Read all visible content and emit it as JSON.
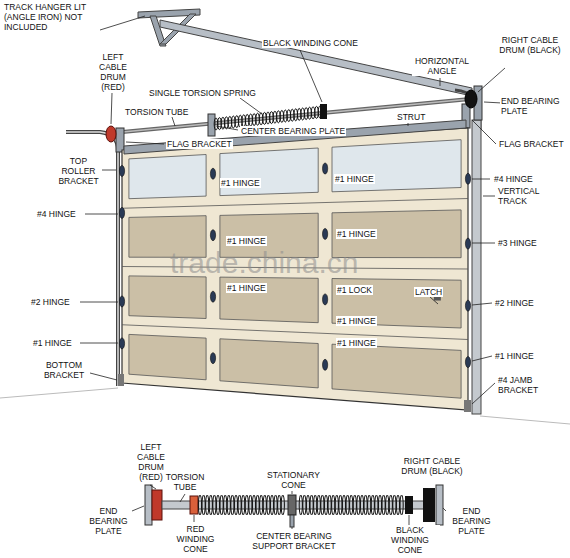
{
  "diagram": {
    "labels": [
      "TRACK HANGER LIT (ANGLE IRON) NOT INCLUDED",
      "LEFT CABLE DRUM (RED)",
      "BLACK WINDING CONE",
      "RIGHT CABLE DRUM (BLACK)",
      "HORIZONTAL ANGLE",
      "SINGLE TORSION SPRING",
      "END BEARING PLATE",
      "TORSION TUBE",
      "CENTER BEARING PLATE",
      "STRUT",
      "FLAG BRACKET",
      "FLAG BRACKET",
      "TOP ROLLER BRACKET",
      "#4 HINGE",
      "#1 HINGE",
      "#1 HINGE",
      "#4 HINGE",
      "VERTICAL TRACK",
      "#1 HINGE",
      "#1 HINGE",
      "#3 HINGE",
      "#1 HINGE",
      "#1 LOCK",
      "LATCH",
      "#2 HINGE",
      "#2 HINGE",
      "#1 HINGE",
      "#1 HINGE",
      "#1 HINGE",
      "#1 HINGE",
      "BOTTOM BRACKET",
      "#4 JAMB BRACKET",
      "trade.china.cn",
      "LEFT CABLE DRUM (RED)",
      "TORSION TUBE",
      "STATIONARY CONE",
      "RIGHT CABLE DRUM (BLACK)",
      "END BEARING PLATE",
      "RED WINDING CONE",
      "CENTER BEARING SUPPORT BRACKET",
      "BLACK WINDING CONE",
      "END BEARING PLATE"
    ]
  }
}
